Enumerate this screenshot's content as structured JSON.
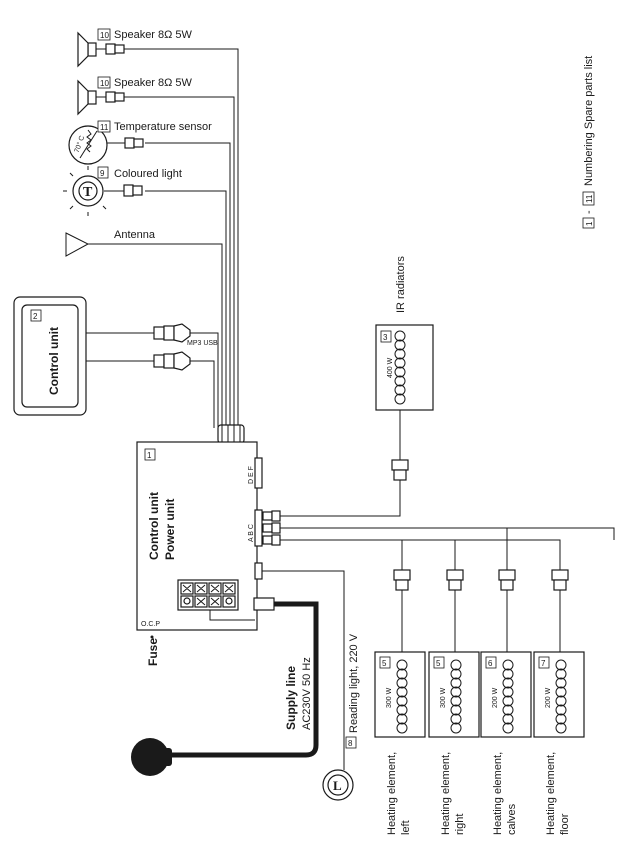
{
  "legend": {
    "range_a": "1",
    "dash": "-",
    "range_b": "11",
    "text": "Numbering  Spare parts list"
  },
  "components": {
    "speaker_top": {
      "num": "10",
      "label": "Speaker 8Ω 5W"
    },
    "speaker_bottom": {
      "num": "10",
      "label": "Speaker 8Ω 5W"
    },
    "temp_sensor": {
      "num": "11",
      "label": "Temperature sensor",
      "symbol": "70° C"
    },
    "coloured_light": {
      "num": "9",
      "label": "Coloured light",
      "symbol": "T"
    },
    "antenna": {
      "label": "Antenna"
    },
    "control_unit_panel": {
      "num": "2",
      "label": "Control unit"
    },
    "mp3_usb": {
      "label": "MP3 USB"
    },
    "power_unit": {
      "num": "1",
      "title1": "Control unit",
      "title2": "Power unit",
      "ocp": "O.C.P",
      "fuse": "Fuse",
      "ports_top": "D E F",
      "ports_mid": "A B C"
    },
    "ir": {
      "title": "IR radiators",
      "num": "3",
      "watt": "400 W"
    },
    "heaters": [
      {
        "num": "5",
        "watt": "300 W",
        "label1": "Heating element,",
        "label2": "left"
      },
      {
        "num": "5",
        "watt": "300 W",
        "label1": "Heating element,",
        "label2": "right"
      },
      {
        "num": "6",
        "watt": "200 W",
        "label1": "Heating element,",
        "label2": "calves"
      },
      {
        "num": "7",
        "watt": "200 W",
        "label1": "Heating element,",
        "label2": "floor"
      }
    ],
    "supply": {
      "title": "Supply line",
      "spec": "AC230V 50 Hz"
    },
    "reading_light": {
      "num": "8",
      "label": "Reading light, 220 V",
      "symbol": "L"
    }
  }
}
